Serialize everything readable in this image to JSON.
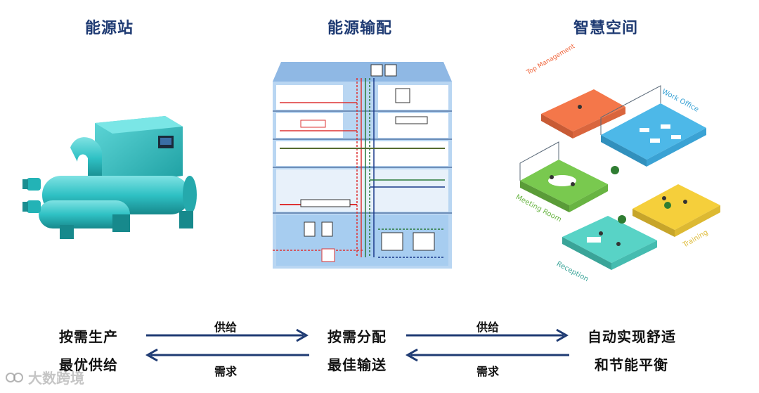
{
  "titles": {
    "energy_station": "能源站",
    "energy_distribution": "能源输配",
    "smart_space": "智慧空间"
  },
  "space_labels": {
    "top_management": "Top Management",
    "work_office": "Work Office",
    "meeting_room": "Meeting Room",
    "training": "Training",
    "reception": "Reception"
  },
  "flow": {
    "left_line1": "按需生产",
    "left_line2": "最优供给",
    "middle_line1": "按需分配",
    "middle_line2": "最佳输送",
    "right_line1": "自动实现舒适",
    "right_line2": "和节能平衡",
    "supply_label_1": "供给",
    "demand_label_1": "需求",
    "supply_label_2": "供给",
    "demand_label_2": "需求"
  },
  "watermark": "大数跨境",
  "colors": {
    "title": "#1f3b73",
    "arrow": "#1f3b73",
    "chiller": "#2fc1c4",
    "building_blue": "#9dc3ea"
  }
}
